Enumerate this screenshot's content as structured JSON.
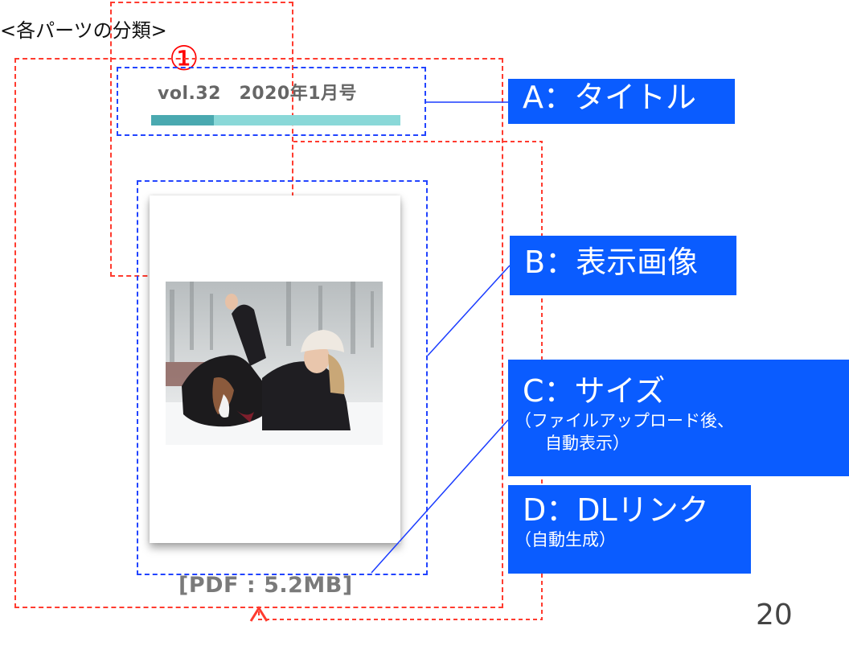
{
  "heading": "<各パーツの分類>",
  "marker": "①",
  "preview": {
    "issue_title": "vol.32　2020年1月号",
    "title_bar_progress": 0.25,
    "file_size_text": "[PDF : 5.2MB]"
  },
  "labels": {
    "a": {
      "title": "A：タイトル"
    },
    "b": {
      "title": "B：表示画像"
    },
    "c": {
      "title": "C：サイズ",
      "note_line1": "（ファイルアップロード後、",
      "note_line2": "自動表示）"
    },
    "d": {
      "title": "D：DLリンク",
      "note": "（自動生成）"
    }
  },
  "page_number": "20",
  "colors": {
    "label_bg": "#0a5cff",
    "red_dashed": "#ff3b2f",
    "blue_dashed": "#2244ff",
    "bar_light": "#8ad8d8",
    "bar_dark": "#4aa9b0"
  }
}
